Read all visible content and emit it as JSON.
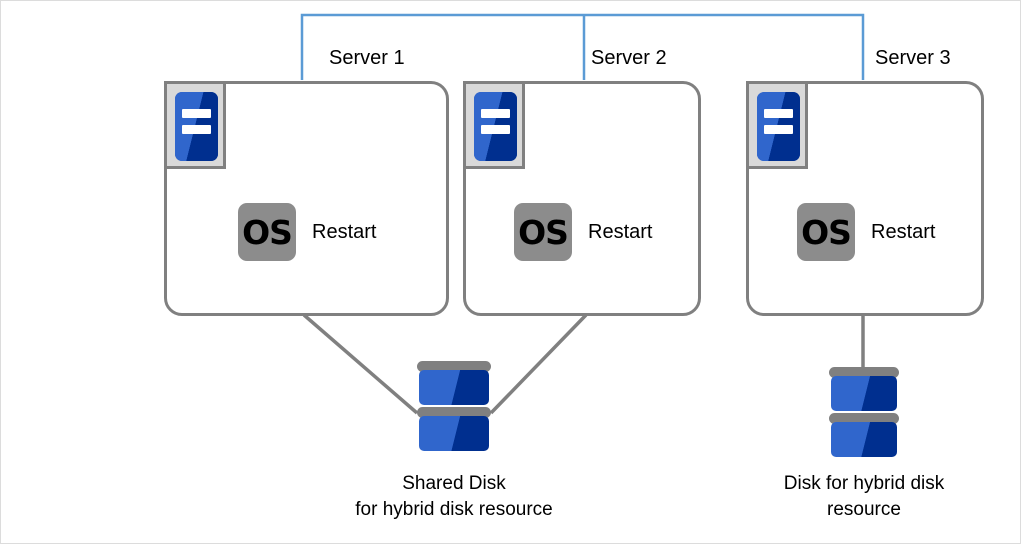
{
  "diagram": {
    "title": "Hybrid disk resource server cluster diagram",
    "colors": {
      "cluster_bracket": "#5b9bd5",
      "box_border": "#808080",
      "connector": "#808080",
      "badge_background": "#d9d9d9",
      "icon_blue_light": "#3066cc",
      "icon_blue_dark": "#002f8f",
      "os_chip": "#8c8c8c",
      "page_border": "#dcdcdc",
      "background": "#ffffff"
    }
  },
  "servers": [
    {
      "id": "server-1",
      "title": "Server 1",
      "icon": "server-icon",
      "os_chip_label": "OS",
      "status_label": "Restart"
    },
    {
      "id": "server-2",
      "title": "Server 2",
      "icon": "server-icon",
      "os_chip_label": "OS",
      "status_label": "Restart"
    },
    {
      "id": "server-3",
      "title": "Server 3",
      "icon": "server-icon",
      "os_chip_label": "OS",
      "status_label": "Restart"
    }
  ],
  "storage": [
    {
      "id": "shared-disk",
      "icon": "disk-icon",
      "caption_line1": "Shared Disk",
      "caption_line2": "for hybrid disk resource",
      "connected_servers": [
        "Server 1",
        "Server 2"
      ]
    },
    {
      "id": "local-disk",
      "icon": "disk-icon",
      "caption_line1": "Disk for hybrid disk",
      "caption_line2": "resource",
      "connected_servers": [
        "Server 3"
      ]
    }
  ],
  "cluster_bracket": {
    "name": "cluster-interconnect",
    "members": [
      "Server 1",
      "Server 2",
      "Server 3"
    ]
  }
}
